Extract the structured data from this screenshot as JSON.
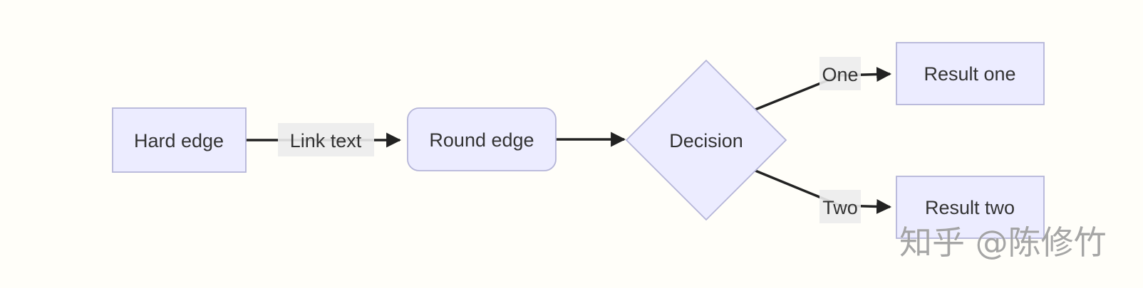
{
  "diagram": {
    "type": "flowchart",
    "direction": "left-to-right",
    "nodes": [
      {
        "id": "A",
        "label": "Hard edge",
        "shape": "rectangle"
      },
      {
        "id": "B",
        "label": "Round edge",
        "shape": "rounded-rectangle"
      },
      {
        "id": "C",
        "label": "Decision",
        "shape": "diamond"
      },
      {
        "id": "D",
        "label": "Result one",
        "shape": "rectangle"
      },
      {
        "id": "E",
        "label": "Result two",
        "shape": "rectangle"
      }
    ],
    "edges": [
      {
        "from": "A",
        "to": "B",
        "label": "Link text",
        "arrow": "filled-triangle"
      },
      {
        "from": "B",
        "to": "C",
        "label": "",
        "arrow": "filled-triangle"
      },
      {
        "from": "C",
        "to": "D",
        "label": "One",
        "arrow": "filled-triangle"
      },
      {
        "from": "C",
        "to": "E",
        "label": "Two",
        "arrow": "filled-triangle"
      }
    ]
  },
  "watermark": {
    "text": "知乎 @陈修竹"
  },
  "colors": {
    "background": "#fffef9",
    "node_fill": "#ececff",
    "node_border": "#b5b5d8",
    "edge_stroke": "#222222",
    "edge_label_bg": "#ececec",
    "text": "#333333",
    "watermark": "#9a9a9a"
  }
}
